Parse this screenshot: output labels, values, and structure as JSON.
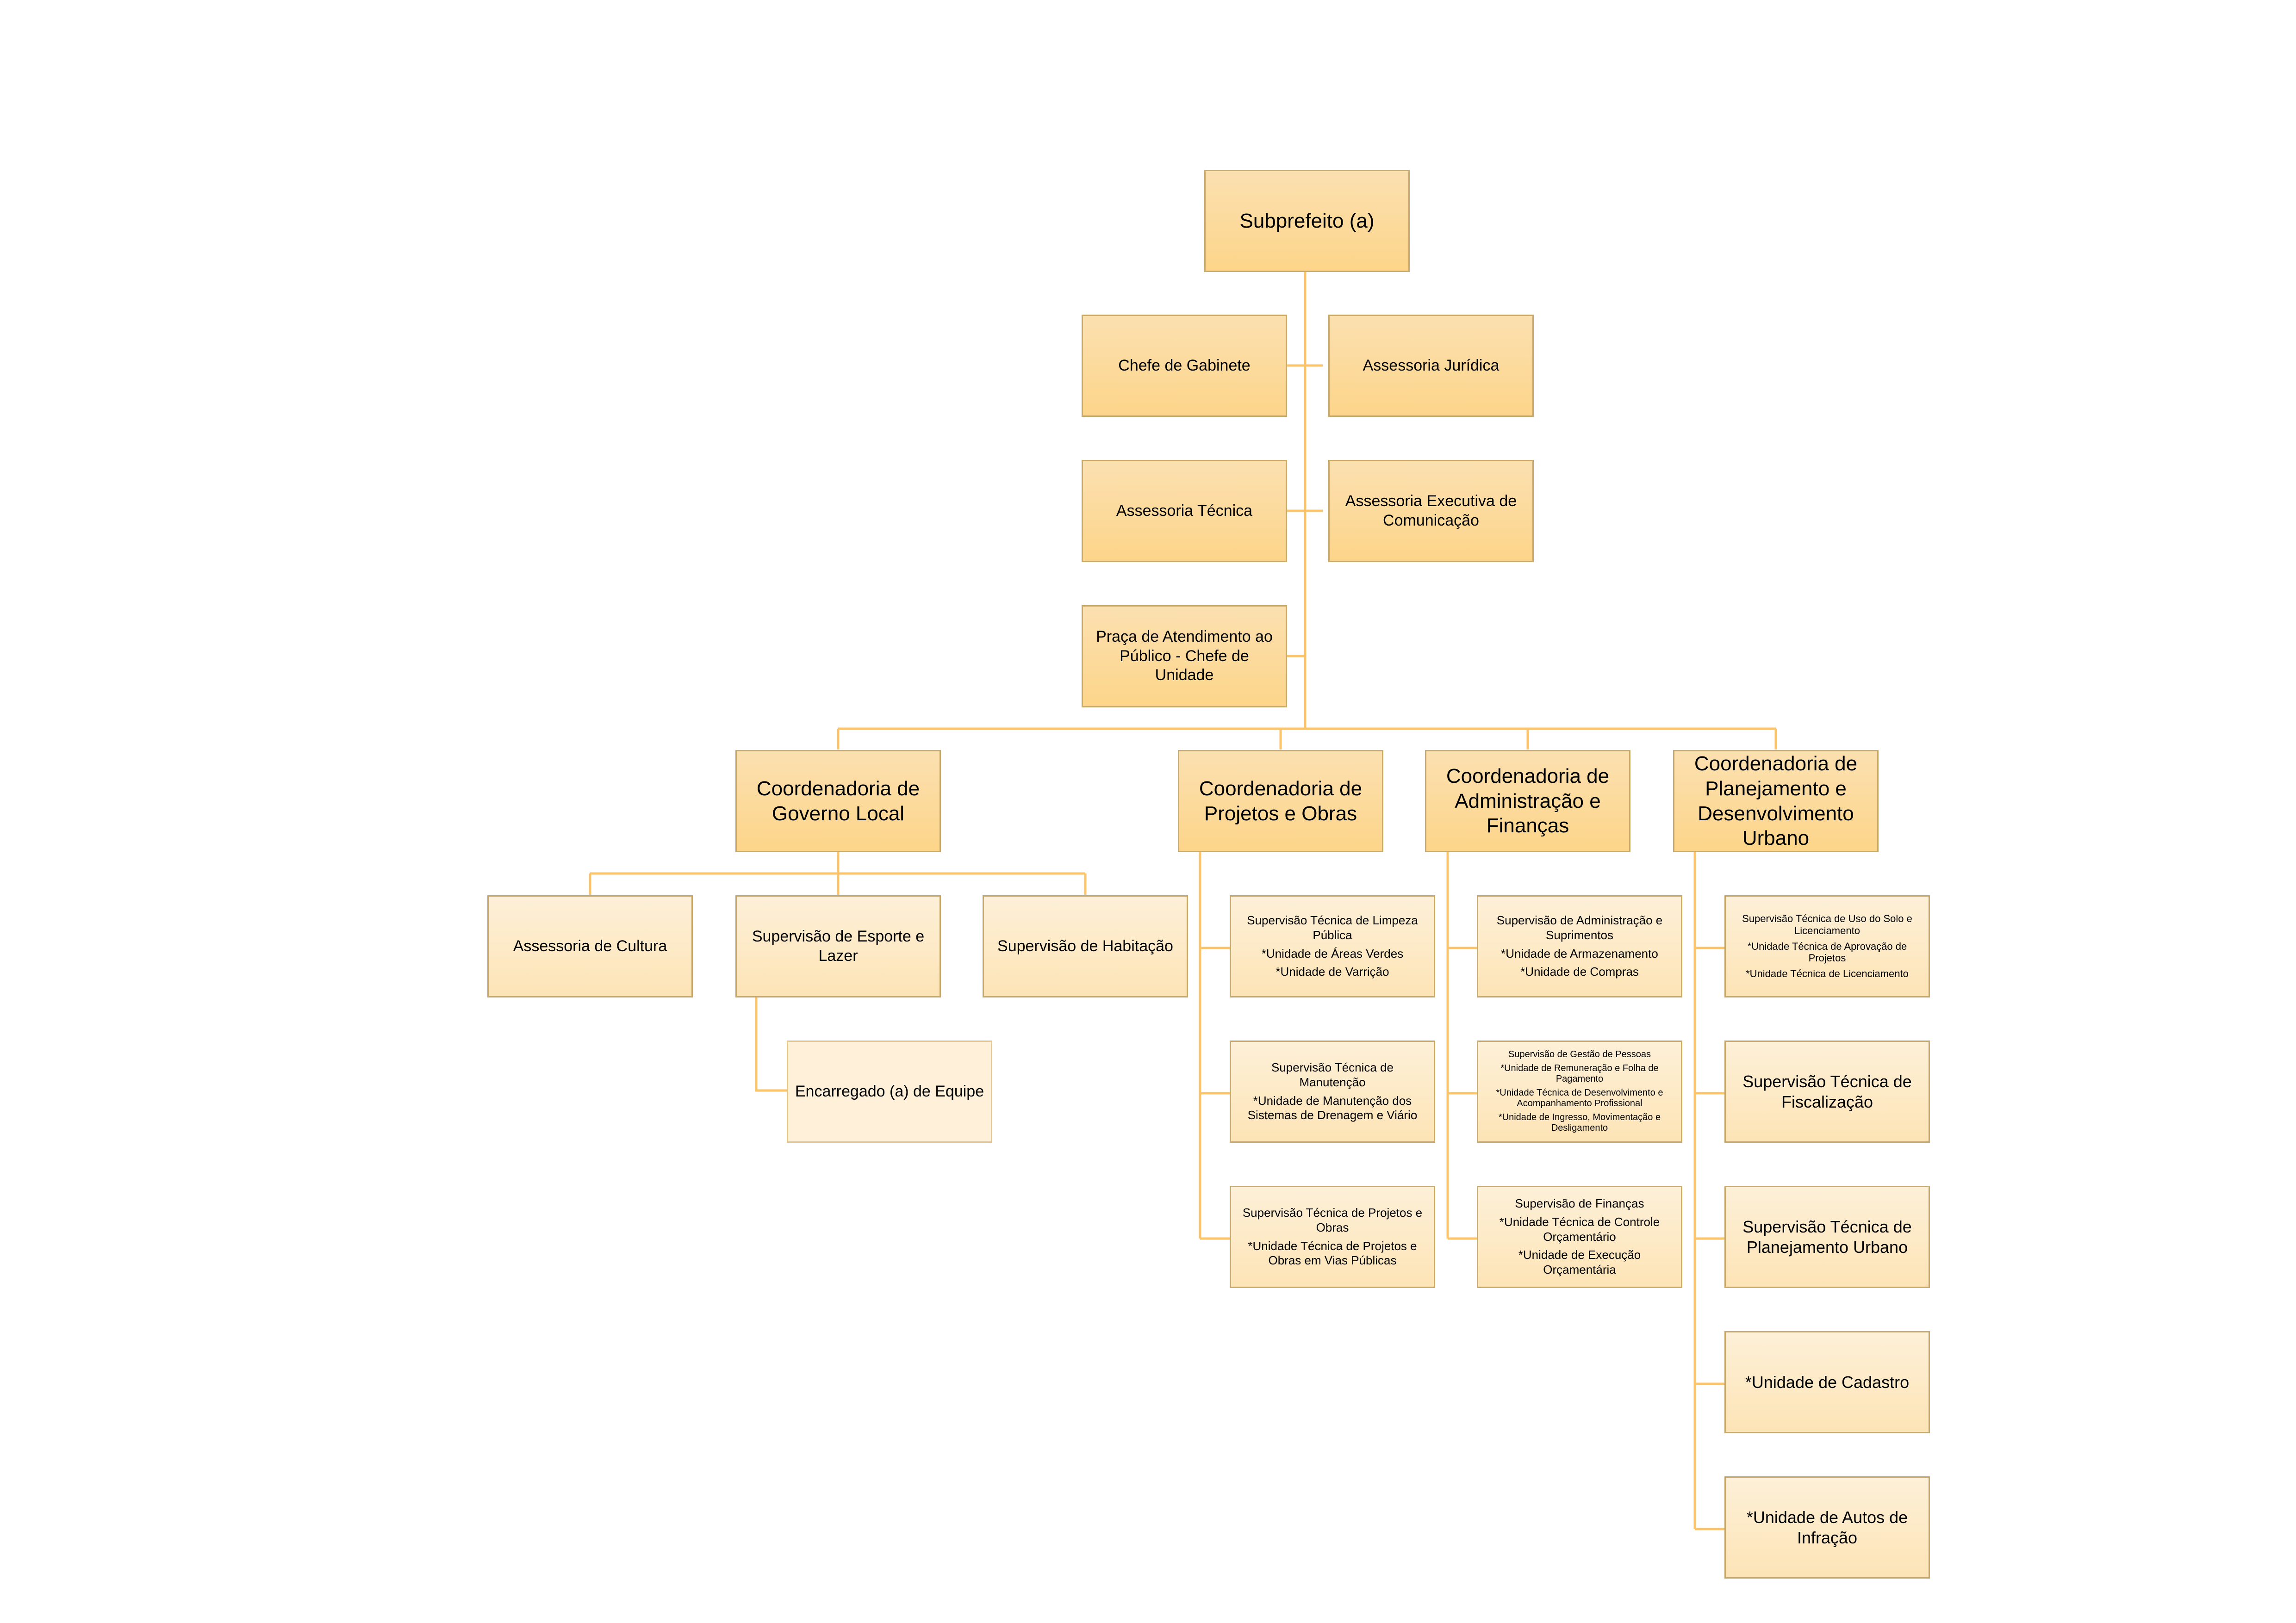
{
  "colors": {
    "connector": "#fcc46a",
    "box_fill_dark": "#fdd58a",
    "box_fill_light": "#fde4b6",
    "box_border": "#c8a96a"
  },
  "top": {
    "title": "Subprefeito (a)"
  },
  "staff": {
    "chefe_gabinete": "Chefe de Gabinete",
    "assessoria_juridica": "Assessoria Jurídica",
    "assessoria_tecnica": "Assessoria Técnica",
    "assessoria_comunicacao": "Assessoria Executiva de Comunicação",
    "praca_atendimento": "Praça de Atendimento ao Público - Chefe de Unidade"
  },
  "coordenadorias": {
    "governo_local": {
      "title": "Coordenadoria de Governo Local",
      "assessoria_cultura": "Assessoria de Cultura",
      "esporte_lazer": "Supervisão de Esporte e Lazer",
      "habitacao": "Supervisão de Habitação",
      "encarregado": "Encarregado (a) de Equipe"
    },
    "projetos_obras": {
      "title": "Coordenadoria de Projetos e Obras",
      "limpeza": {
        "title": "Supervisão Técnica de Limpeza Pública",
        "items": [
          "*Unidade de Áreas Verdes",
          "*Unidade de Varrição"
        ]
      },
      "manutencao": {
        "title": "Supervisão Técnica de Manutenção",
        "items": [
          "*Unidade de Manutenção dos Sistemas de Drenagem e Viário"
        ]
      },
      "projetos": {
        "title": "Supervisão Técnica de Projetos e Obras",
        "items": [
          "*Unidade Técnica de Projetos e Obras em Vias Públicas"
        ]
      }
    },
    "administracao_financas": {
      "title": "Coordenadoria de Administração e Finanças",
      "suprimentos": {
        "title": "Supervisão de Administração e Suprimentos",
        "items": [
          "*Unidade de Armazenamento",
          "*Unidade de Compras"
        ]
      },
      "gestao_pessoas": {
        "title": "Supervisão de Gestão de Pessoas",
        "items": [
          "*Unidade de Remuneração e Folha de Pagamento",
          "*Unidade Técnica de Desenvolvimento e Acompanhamento Profissional",
          "*Unidade de Ingresso, Movimentação e Desligamento"
        ]
      },
      "financas": {
        "title": "Supervisão de Finanças",
        "items": [
          "*Unidade Técnica de Controle Orçamentário",
          "*Unidade de Execução Orçamentária"
        ]
      }
    },
    "planejamento": {
      "title": "Coordenadoria de Planejamento e Desenvolvimento Urbano",
      "uso_solo": {
        "title": "Supervisão Técnica de Uso do Solo e Licenciamento",
        "items": [
          "*Unidade Técnica de Aprovação de Projetos",
          "*Unidade Técnica de Licenciamento"
        ]
      },
      "fiscalizacao": "Supervisão Técnica de Fiscalização",
      "planejamento_urbano": "Supervisão Técnica de Planejamento Urbano",
      "cadastro": "*Unidade de Cadastro",
      "autos_infracao": "*Unidade de Autos de Infração"
    }
  }
}
